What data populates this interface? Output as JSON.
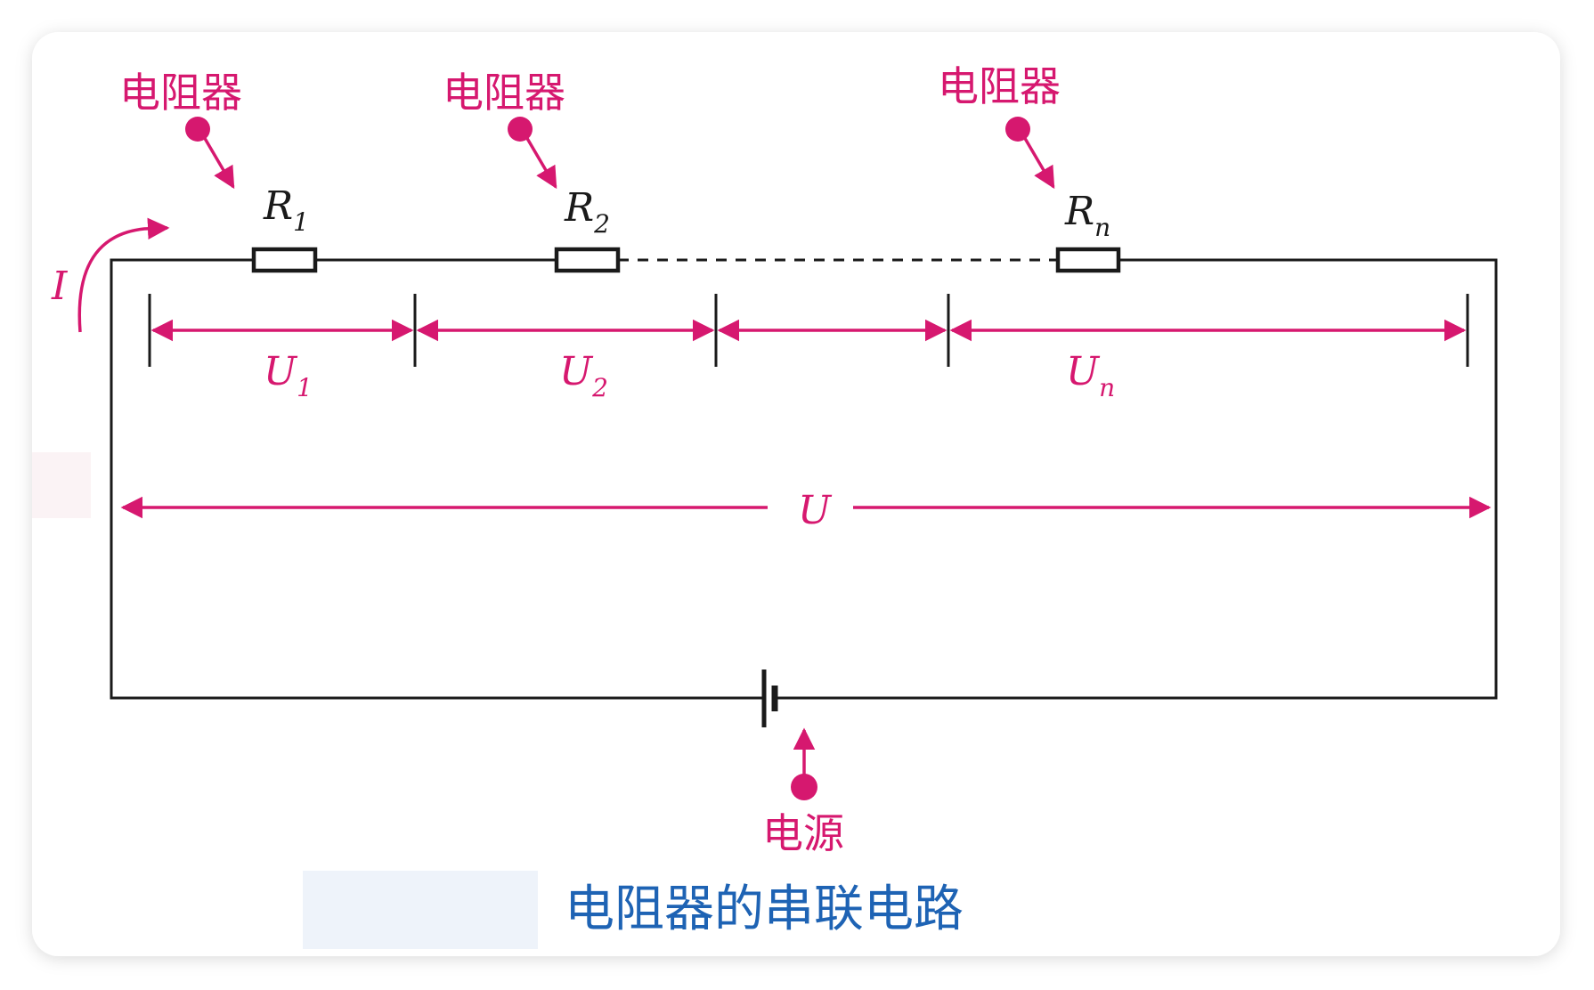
{
  "colors": {
    "accent": "#d6186f",
    "wire": "#1a1a1a",
    "caption": "#1e63b4",
    "frame_shadow": "#e2e2e2"
  },
  "resistors": [
    {
      "callout": "电阻器",
      "symbol": "R",
      "subscript": "1"
    },
    {
      "callout": "电阻器",
      "symbol": "R",
      "subscript": "2"
    },
    {
      "callout": "电阻器",
      "symbol": "R",
      "subscript": "n"
    }
  ],
  "voltages": [
    {
      "symbol": "U",
      "subscript": "1"
    },
    {
      "symbol": "U",
      "subscript": "2"
    },
    {
      "symbol": "U",
      "subscript": "n"
    }
  ],
  "total_voltage": "U",
  "current_symbol": "I",
  "power_source_label": "电源",
  "caption": "电阻器的串联电路"
}
